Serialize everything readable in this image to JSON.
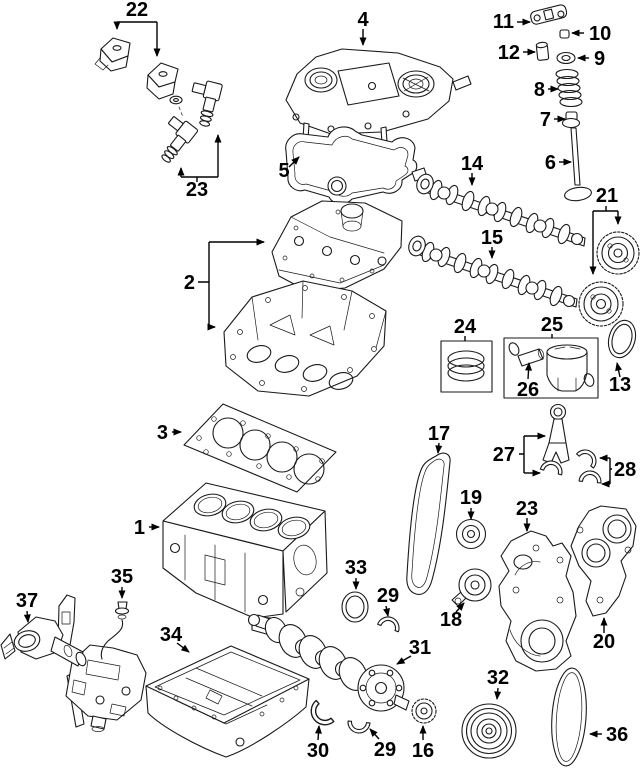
{
  "figure": {
    "type": "exploded-parts-diagram",
    "subject": "engine-assembly",
    "background_color": "#ffffff",
    "line_color": "#1a1a1a",
    "label_color": "#000000"
  },
  "callouts": [
    {
      "label": "22",
      "part": "engine-mount-set"
    },
    {
      "label": "23",
      "part": "ignition-coil-set"
    },
    {
      "label": "4",
      "part": "valve-cover"
    },
    {
      "label": "5",
      "part": "valve-cover-gasket"
    },
    {
      "label": "11",
      "part": "rocker-arm"
    },
    {
      "label": "10",
      "part": "valve-keeper"
    },
    {
      "label": "12",
      "part": "lash-adjuster"
    },
    {
      "label": "9",
      "part": "spring-retainer"
    },
    {
      "label": "8",
      "part": "valve-spring"
    },
    {
      "label": "7",
      "part": "valve-stem-seal"
    },
    {
      "label": "6",
      "part": "valve"
    },
    {
      "label": "14",
      "part": "camshaft-upper"
    },
    {
      "label": "15",
      "part": "camshaft-lower"
    },
    {
      "label": "21",
      "part": "camshaft-sprockets"
    },
    {
      "label": "2",
      "part": "cylinder-head"
    },
    {
      "label": "24",
      "part": "piston-ring-set"
    },
    {
      "label": "25",
      "part": "piston-assembly"
    },
    {
      "label": "26",
      "part": "piston-pin"
    },
    {
      "label": "13",
      "part": "camshaft-seal"
    },
    {
      "label": "3",
      "part": "head-gasket"
    },
    {
      "label": "17",
      "part": "timing-belt"
    },
    {
      "label": "27",
      "part": "connecting-rod"
    },
    {
      "label": "28",
      "part": "rod-bearing-set"
    },
    {
      "label": "1",
      "part": "cylinder-block"
    },
    {
      "label": "19",
      "part": "idler-pulley"
    },
    {
      "label": "23",
      "part": "timing-cover"
    },
    {
      "label": "18",
      "part": "tensioner-pulley"
    },
    {
      "label": "20",
      "part": "rear-timing-cover"
    },
    {
      "label": "35",
      "part": "oil-level-sensor"
    },
    {
      "label": "37",
      "part": "water-pump"
    },
    {
      "label": "34",
      "part": "oil-pan"
    },
    {
      "label": "33",
      "part": "crankshaft-seal"
    },
    {
      "label": "29",
      "part": "main-bearing-upper"
    },
    {
      "label": "31",
      "part": "crankshaft"
    },
    {
      "label": "32",
      "part": "crankshaft-pulley"
    },
    {
      "label": "30",
      "part": "thrust-washer"
    },
    {
      "label": "29",
      "part": "main-bearing-lower"
    },
    {
      "label": "16",
      "part": "crankshaft-sprocket"
    },
    {
      "label": "36",
      "part": "drive-belt"
    }
  ]
}
